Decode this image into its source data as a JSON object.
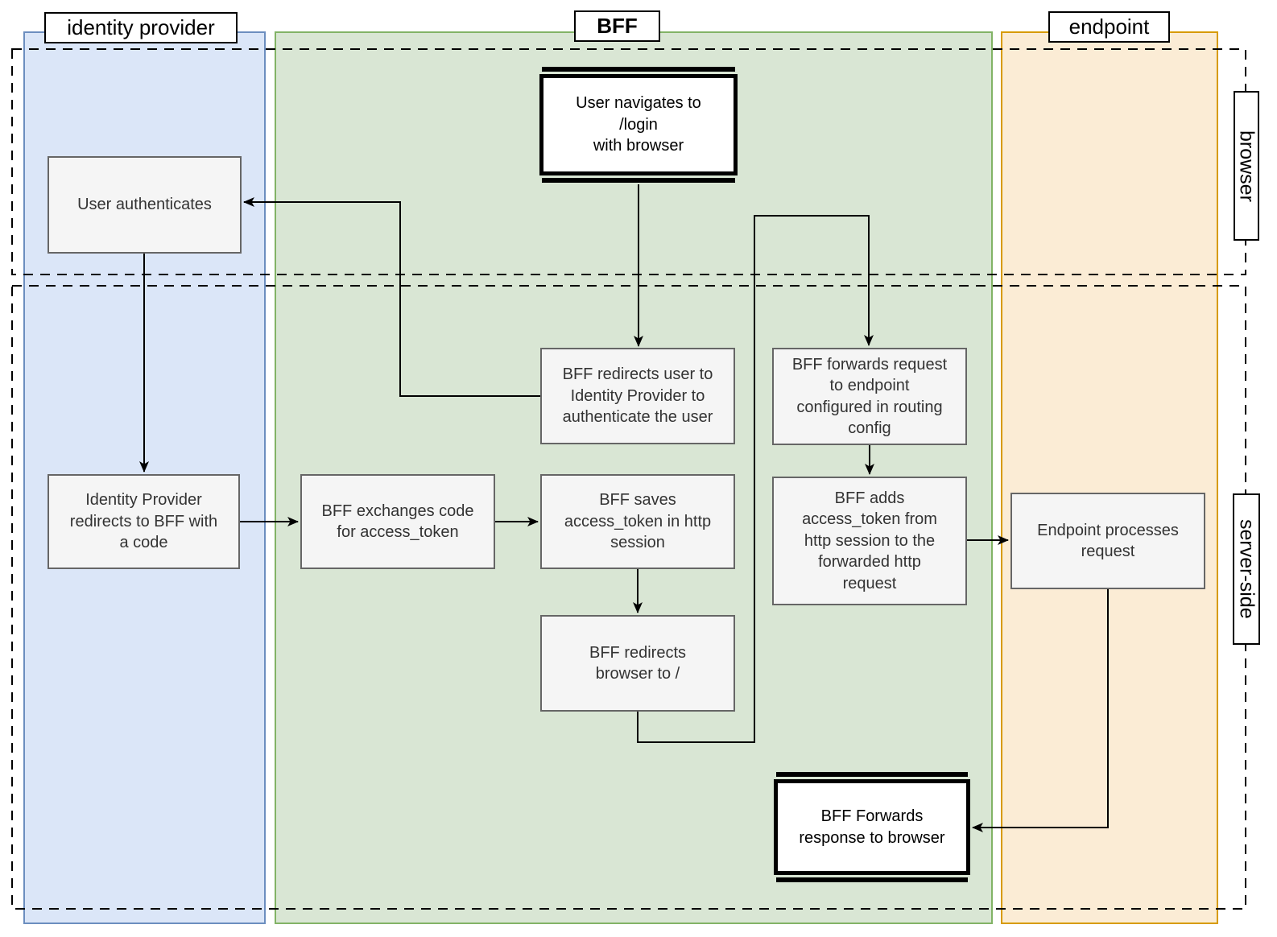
{
  "diagram": {
    "lanes": {
      "identity_provider": {
        "label": "identity provider"
      },
      "bff": {
        "label": "BFF"
      },
      "endpoint": {
        "label": "endpoint"
      }
    },
    "bands": {
      "browser": {
        "label": "browser"
      },
      "server_side": {
        "label": "server-side"
      }
    },
    "nodes": {
      "user_navigates": {
        "label": "User navigates to\n/login\nwith browser",
        "shape": "terminal"
      },
      "user_authenticates": {
        "label": "User authenticates",
        "shape": "process"
      },
      "bff_redirects_user": {
        "label": "BFF redirects user to\nIdentity Provider to\nauthenticate the user",
        "shape": "process"
      },
      "idp_redirects": {
        "label": "Identity Provider\nredirects to BFF with\na code",
        "shape": "process"
      },
      "bff_exchanges": {
        "label": "BFF exchanges code\nfor access_token",
        "shape": "process"
      },
      "bff_saves": {
        "label": "BFF saves\naccess_token in http\nsession",
        "shape": "process"
      },
      "bff_redirects_browser": {
        "label": "BFF redirects\nbrowser to /",
        "shape": "process"
      },
      "bff_forwards": {
        "label": "BFF forwards request\nto endpoint\nconfigured in routing\nconfig",
        "shape": "process"
      },
      "bff_adds": {
        "label": "BFF adds\naccess_token from\nhttp session to the\nforwarded http\nrequest",
        "shape": "process"
      },
      "endpoint_processes": {
        "label": "Endpoint processes\nrequest",
        "shape": "process"
      },
      "bff_forwards_response": {
        "label": "BFF Forwards\nresponse to browser",
        "shape": "terminal"
      }
    },
    "colors": {
      "identity_provider_fill": "#dbe6f8",
      "identity_provider_border": "#6c8ebf",
      "bff_fill": "#d9e6d4",
      "bff_border": "#82b366",
      "endpoint_fill": "#fbecd5",
      "endpoint_border": "#d79b00",
      "process_fill": "#f5f5f5",
      "process_border": "#666666",
      "line_color": "#000000"
    }
  }
}
